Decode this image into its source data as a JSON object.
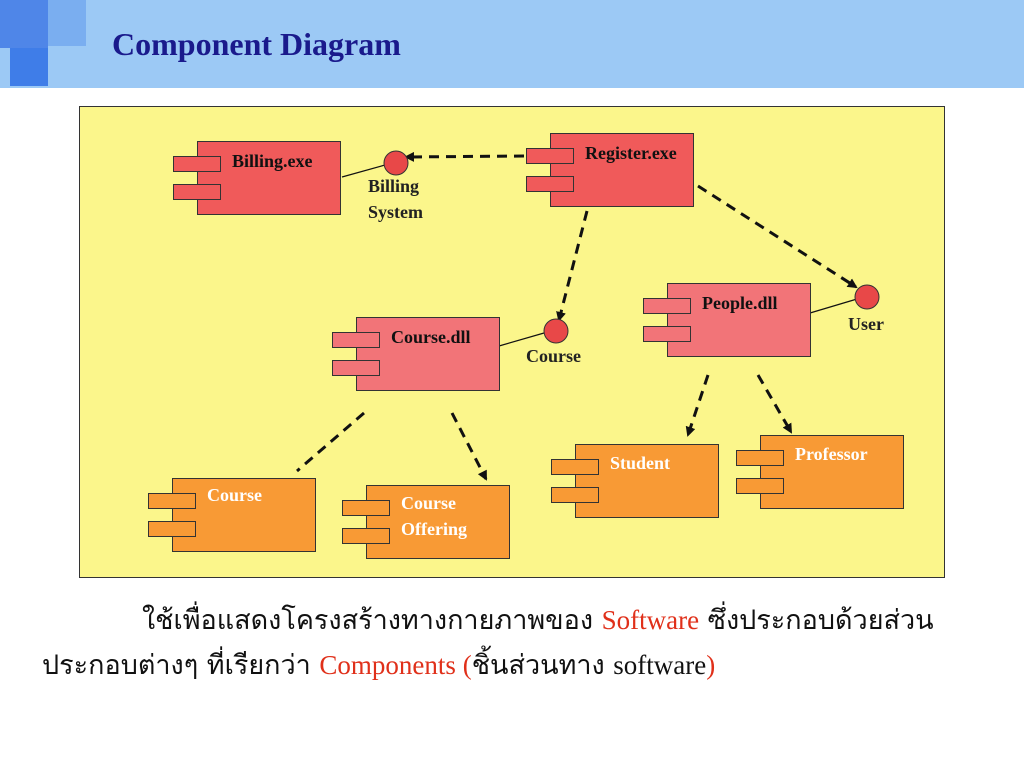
{
  "slide": {
    "title": "Component Diagram"
  },
  "diagram": {
    "components": {
      "billing_exe": "Billing.exe",
      "register_exe": "Register.exe",
      "course_dll": "Course.dll",
      "people_dll": "People.dll",
      "course": "Course",
      "course_offering_1": "Course",
      "course_offering_2": "Offering",
      "student": "Student",
      "professor": "Professor"
    },
    "interfaces": {
      "billing_system_1": "Billing",
      "billing_system_2": "System",
      "course": "Course",
      "user": "User"
    },
    "colors": {
      "executable": "#f05a5a",
      "library": "#f27478",
      "class": "#f89a35",
      "background": "#fbf68b",
      "header": "#9cc9f5"
    }
  },
  "caption": {
    "part1": "ใช้เพื่อแสดงโครงสร้างทางกายภาพของ ",
    "software": "Software",
    "part2": " ซึ่งประกอบด้วยส่วนประกอบต่างๆ ที่เรียกว่า ",
    "components": "Components",
    "open_paren": "  (",
    "part3": "ชิ้นส่วนทาง ",
    "software_lower": "software",
    "close_paren": ")"
  }
}
